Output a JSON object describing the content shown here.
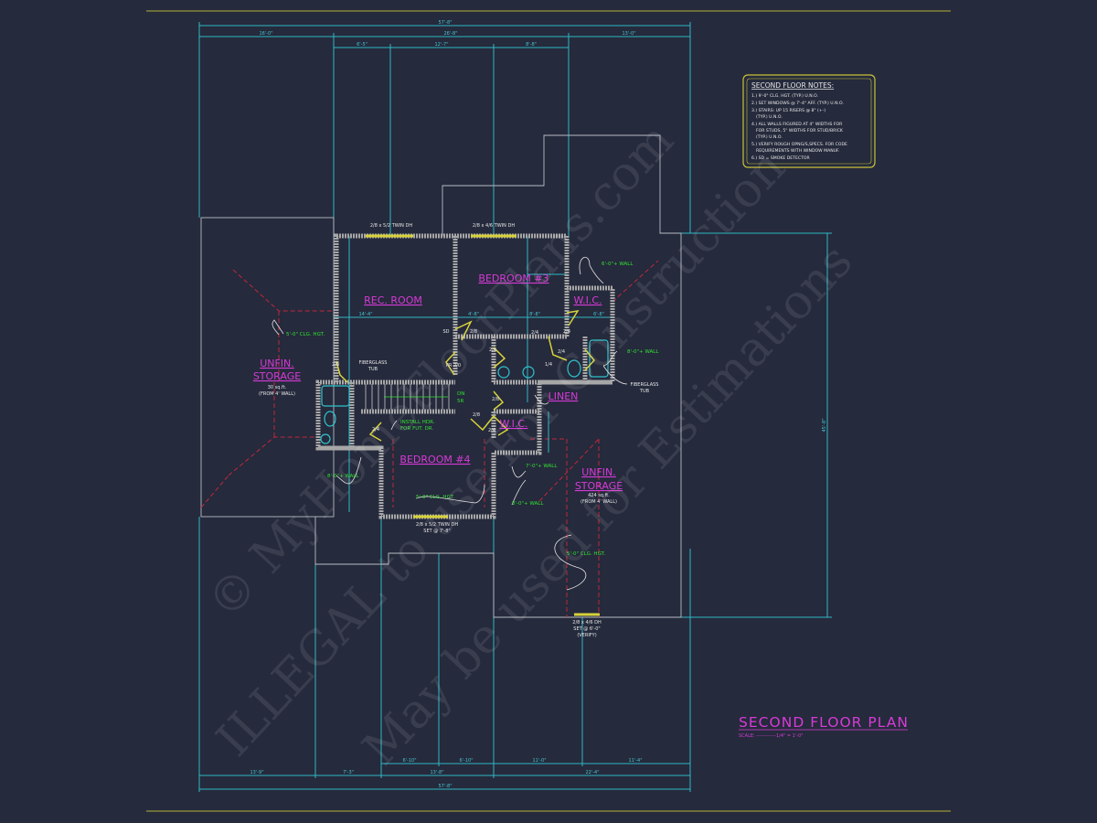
{
  "title": {
    "text": "SECOND FLOOR PLAN",
    "scale": "SCALE: ------------1/4\" = 1'-0\""
  },
  "notes": {
    "heading": "SECOND FLOOR NOTES:",
    "lines": [
      "1.) 9'-0\" CLG. HGT. (TYP.) U.N.O.",
      "2.) SET WINDOWS @ 7'-4\" AFF. (TYP.) U.N.O.",
      "3.) STAIRS: UP 15 RISERS @ 8\" (+-)",
      "    (TYP.) U.N.O.",
      "4.) ALL WALLS FIGURED AT 4\" WIDTHS FOR",
      "    FOR STUDS, 5\" WIDTHS FOR STUD/BRICK",
      "    (TYP.) U.N.O.",
      "5.) VERIFY ROUGH OPNG/S,SPECS. FOR CODE",
      "    REQUIREMENTS WITH WINDOW MANUF.",
      "6.) SD = SMOKE DETECTOR"
    ]
  },
  "dimensions": {
    "top_overall": "57'-8\"",
    "top_row2": [
      "16'-0\"",
      "26'-8\"",
      "13'-0\""
    ],
    "top_row3": [
      "6'-5\"",
      "12'-7\"",
      "8'-8\""
    ],
    "bottom_row1": [
      "6'-10\"",
      "6'-10\"",
      "11'-0\"",
      "11'-4\""
    ],
    "bottom_row2": [
      "13'-9\"",
      "7'-3\"",
      "13'-8\"",
      "22'-4\""
    ],
    "bottom_overall": "57'-8\"",
    "right_overall": "45'-8\"",
    "rec_width": "14'-4\"",
    "bed3_a": "4'-8\"",
    "bed3_b": "8'-8\"",
    "wic_w": "6'-8\""
  },
  "rooms": {
    "rec_room": "REC. ROOM",
    "bedroom3": "BEDROOM #3",
    "wic1": "W.I.C.",
    "linen": "LINEN",
    "wic2": "W.I.C.",
    "bedroom4": "BEDROOM #4",
    "storage_left": {
      "line1": "UNFIN.",
      "line2": "STORAGE",
      "area": "30 sq.ft.",
      "note": "(FROM 4' WALL)"
    },
    "storage_right": {
      "line1": "UNFIN.",
      "line2": "STORAGE",
      "area": "424 sq.ft.",
      "note": "(FROM 4' WALL)"
    }
  },
  "windows": {
    "w1": "2/8 x 5/2 TWIN DH",
    "w2": "2/8 x 4/6 TWIN DH",
    "w3_a": "2/8 x 5/2 TWIN DH",
    "w3_b": "SET @ 7'-8\"",
    "w4_a": "2/8 x 4/6 DH",
    "w4_b": "SET @ 6'-0\"",
    "w4_c": "(VERIFY)"
  },
  "annotations": {
    "wall_6": "6'-0\"+ WALL",
    "wall_8a": "8'-0\"+ WALL",
    "wall_8b": "8'-0\"+ WALL",
    "wall_7": "7'-0\"+ WALL",
    "wall_8c": "8'-0\"+ WALL",
    "clg_left": "5'-0\" CLG. HGT.",
    "clg_bed4": "5'-0\" CLG. HGT.",
    "clg_right": "5'-0\" CLG. HGT.",
    "tub_left_a": "FIBERGLASS",
    "tub_left_b": "TUB",
    "tub_right_a": "FIBERGLASS",
    "tub_right_b": "TUB",
    "install_a": "INSTALL HDR.",
    "install_b": "FOR FUT. DR.",
    "dn": "DN",
    "dn2": "5R",
    "pr": "PR 2/0",
    "sd": "SD",
    "doors": [
      "2/8",
      "2/8",
      "2/4",
      "2/4",
      "2/4",
      "2/8",
      "1/4",
      "2/8",
      "2/4",
      "2/4",
      "2/4"
    ]
  },
  "watermark": [
    "© MyHomeFloorPlans.com",
    "ILLEGAL to use For Construction",
    "May be used for Estimations"
  ]
}
